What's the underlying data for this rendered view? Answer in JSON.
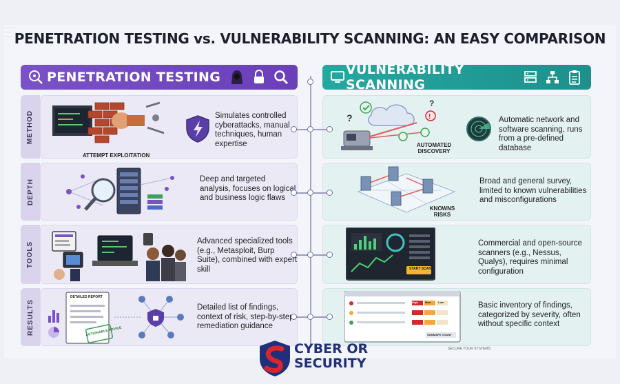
{
  "title": "PENETRATION TESTING vs. VULNERABILITY SCANNING: AN EASY COMPARISON",
  "left_header": "PENETRATION TESTING",
  "right_header": "VULNERABILITY SCANNING",
  "rows": [
    {
      "label": "METHOD",
      "left_text": "Simulates controlled cyberattacks, manual techniques, human expertise",
      "left_caption": "ATTEMPT EXPLOITATION",
      "right_text": "Automatic network and software scanning, runs from a pre-defined database",
      "right_caption": "AUTOMATED DISCOVERY"
    },
    {
      "label": "DEPTH",
      "left_text": "Deep and targeted analysis, focuses on logical and business logic flaws",
      "right_text": "Broad and general survey, limited to known vulnerabilities and misconfigurations",
      "right_caption": "KNOWNS RISKS"
    },
    {
      "label": "TOOLS",
      "left_text": "Advanced specialized tools (e.g., Metasploit, Burp Suite), combined with expert skill",
      "right_text": "Commercial and open-source scanners (e.g., Nessus, Qualys), requires minimal configuration",
      "right_caption": "START SCAN"
    },
    {
      "label": "RESULTS",
      "left_text": "Detailed list of findings, context of risk, step-by-step remediation guidance",
      "left_caption": "DETAILED REPORT",
      "left_stamp": "ACTIONABLE ADVICE",
      "right_text": "Basic inventory of findings, categorized by severity, often without specific context",
      "right_caption": "SUMMARY COUNT"
    }
  ],
  "severity_tags": [
    "High",
    "Med",
    "Low"
  ],
  "footer_note": "SECURE YOUR SYSTEMS",
  "logo": {
    "line1": "CYBER OR",
    "line2": "SECURITY"
  },
  "colors": {
    "left_accent": "#6a3fb8",
    "right_accent": "#1f8f8c",
    "logo_red": "#d8262e",
    "logo_blue": "#1f2f7a"
  },
  "icons": [
    "search-shield-icon",
    "hacker-icon",
    "padlock-icon",
    "magnifier-icon",
    "monitor-icon",
    "server-icon",
    "network-icon",
    "clipboard-icon"
  ]
}
